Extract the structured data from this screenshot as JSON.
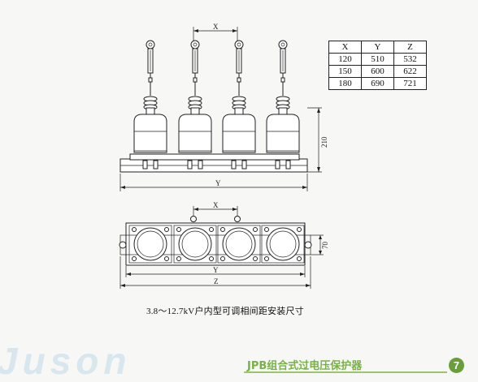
{
  "table": {
    "headers": [
      "X",
      "Y",
      "Z"
    ],
    "rows": [
      [
        "120",
        "510",
        "532"
      ],
      [
        "150",
        "600",
        "622"
      ],
      [
        "180",
        "690",
        "721"
      ]
    ]
  },
  "drawing": {
    "front_view": {
      "dim_x": "X",
      "dim_y": "Y",
      "dim_height": "210"
    },
    "top_view": {
      "dim_x": "X",
      "dim_y": "Y",
      "dim_z": "Z",
      "dim_width": "70"
    }
  },
  "caption": "3.8～12.7kV户内型可调相间距安装尺寸",
  "footer": {
    "brand": "Juson",
    "product_title": "JPB组合式过电压保护器",
    "page_number": "7",
    "title_color": "#7ab04a",
    "badge_color": "#6a9e3a"
  }
}
